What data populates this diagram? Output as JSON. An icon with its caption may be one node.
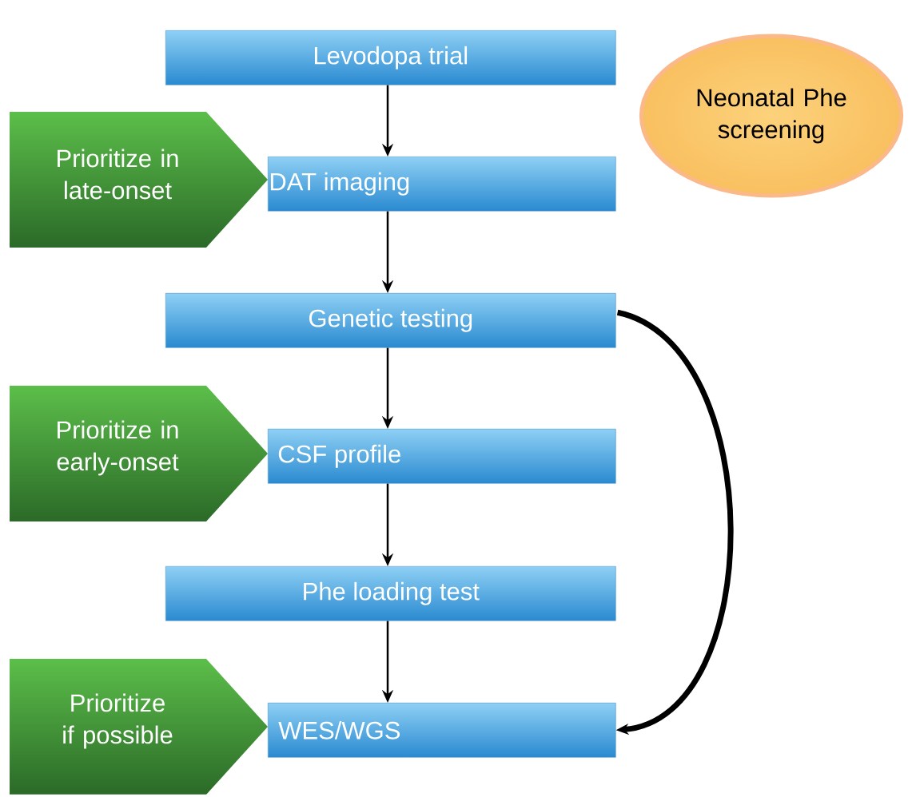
{
  "diagram": {
    "nodes": [
      {
        "text": [
          "Levodopa trial"
        ]
      },
      {
        "text": [
          "Neonatal Phe screening"
        ]
      },
      {
        "text": [
          "Prioritize in late-onset"
        ]
      },
      {
        "text": [
          "DAT imaging"
        ]
      },
      {
        "text": [
          "Genetic testing"
        ]
      },
      {
        "text": [
          "Prioritize in early-onset"
        ]
      },
      {
        "text": [
          "CSF profile"
        ]
      },
      {
        "text": [
          "Phe loading test"
        ]
      },
      {
        "text": [
          "Prioritize if possible"
        ]
      },
      {
        "text": [
          "WES/WGS"
        ]
      }
    ],
    "edges": [
      {
        "from": 0,
        "to": 3,
        "arrow": "to"
      },
      {
        "from": 3,
        "to": 4,
        "arrow": "to"
      },
      {
        "from": 4,
        "to": 6,
        "arrow": "to"
      },
      {
        "from": 6,
        "to": 7,
        "arrow": "to"
      },
      {
        "from": 7,
        "to": 9,
        "arrow": "to"
      },
      {
        "from": 4,
        "to": 9,
        "arrow": "to",
        "style": "thick"
      }
    ]
  }
}
